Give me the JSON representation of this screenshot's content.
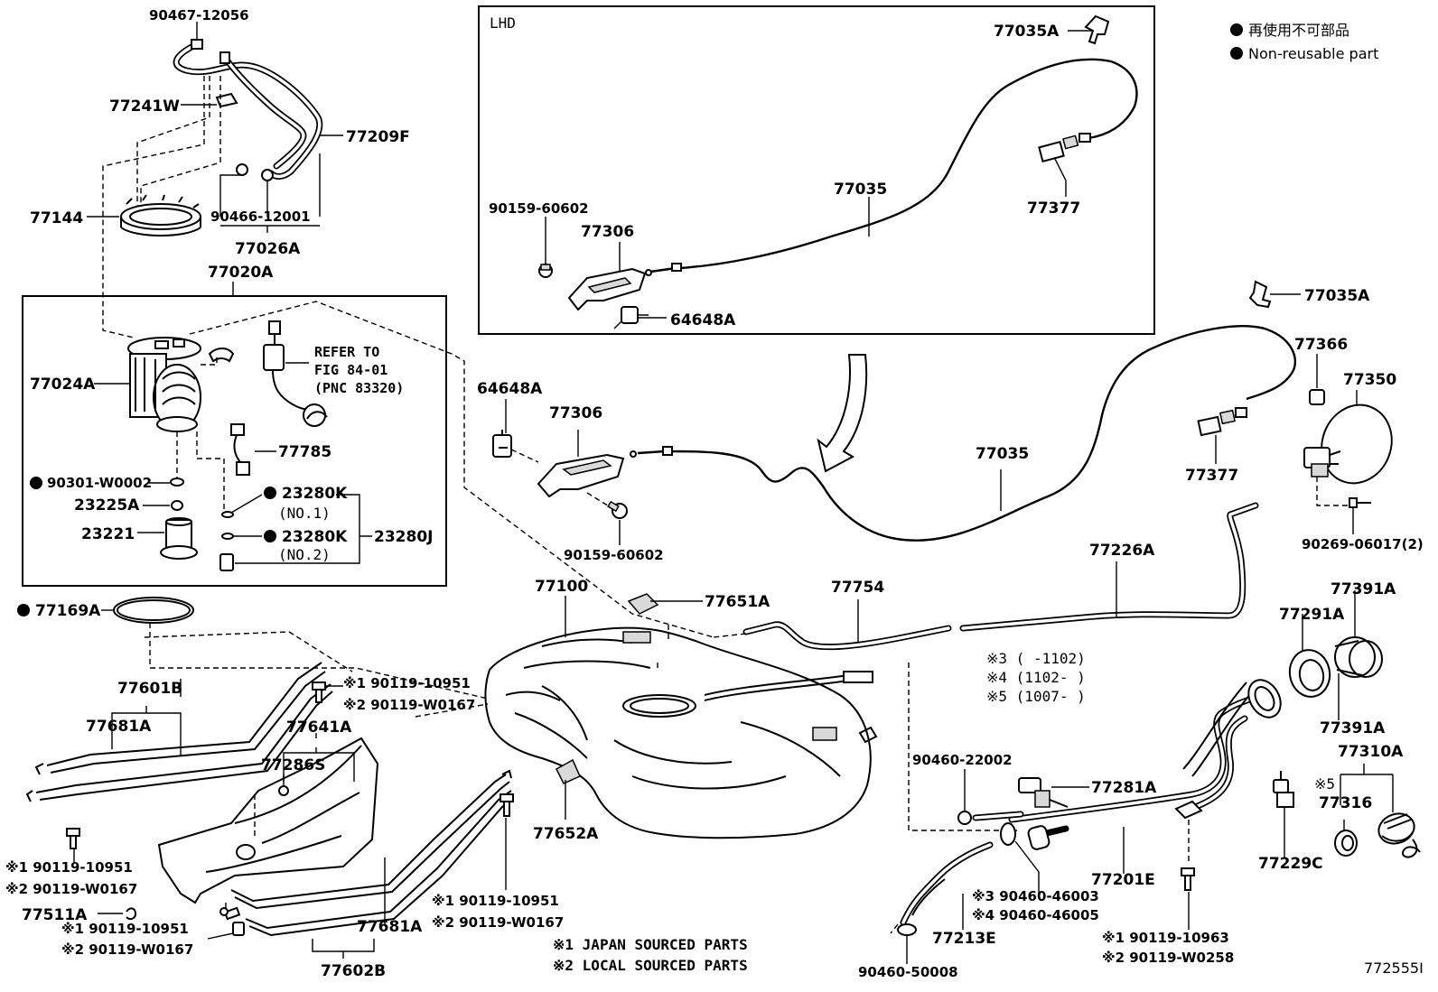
{
  "legend": {
    "non_reusable_ja": "再使用不可部品",
    "non_reusable_en": "Non-reusable part"
  },
  "inset": {
    "title": "LHD"
  },
  "notes": {
    "refer_to": "REFER TO",
    "fig": "FIG 84-01",
    "pnc": "(PNC 83320)",
    "date3": "※3 (    -1102)",
    "date4": "※4 (1102-    )",
    "date5": "※5 (1007-    )",
    "japan_sourced": "※1 JAPAN SOURCED PARTS",
    "local_sourced": "※2 LOCAL SOURCED PARTS",
    "illustration_no": "772555I"
  },
  "labels": {
    "p90467_12056": "90467-12056",
    "p77241W": "77241W",
    "p77209F": "77209F",
    "p77144": "77144",
    "p90466_12001": "90466-12001",
    "p77026A": "77026A",
    "p77020A": "77020A",
    "p77024A": "77024A",
    "p77785": "77785",
    "p90301_W0002": "90301-W0002",
    "p23225A": "23225A",
    "p23221": "23221",
    "p23280K_1": "23280K",
    "no1": "(NO.1)",
    "p23280K_2": "23280K",
    "no2": "(NO.2)",
    "p23280J": "23280J",
    "p77169A": "77169A",
    "p77601B": "77601B",
    "p77681A_l": "77681A",
    "p77641A": "77641A",
    "p77286S": "77286S",
    "s1_90119_10951_a": "※1 90119-10951",
    "s2_90119_W0167_a": "※2 90119-W0167",
    "s1_90119_10951_b": "※1 90119-10951",
    "s2_90119_W0167_b": "※2 90119-W0167",
    "p77511A": "77511A",
    "s1_90119_10951_c": "※1 90119-10951",
    "s2_90119_W0167_c": "※2 90119-W0167",
    "s1_90119_10951_d": "※1 90119-10951",
    "s2_90119_W0167_d": "※2 90119-W0167",
    "p77681A_r": "77681A",
    "p77602B": "77602B",
    "p77652A": "77652A",
    "p77100": "77100",
    "p77651A": "77651A",
    "p77754": "77754",
    "p77226A": "77226A",
    "i77035A": "77035A",
    "i77035": "77035",
    "i90159_60602": "90159-60602",
    "i77306": "77306",
    "i77377": "77377",
    "i64648A": "64648A",
    "p64648A": "64648A",
    "p77306": "77306",
    "p90159_60602": "90159-60602",
    "p77035": "77035",
    "p77035A": "77035A",
    "p77366": "77366",
    "p77350": "77350",
    "p77377": "77377",
    "p90269_06017": "90269-06017(2)",
    "p77291A": "77291A",
    "p77391A_t": "77391A",
    "p77391A_b": "77391A",
    "p77310A": "77310A",
    "s5": "※5",
    "p77316": "77316",
    "p77229C": "77229C",
    "p90460_22002": "90460-22002",
    "p77281A": "77281A",
    "s3_90460_46003": "※3 90460-46003",
    "s4_90460_46005": "※4 90460-46005",
    "p77201E": "77201E",
    "p77213E": "77213E",
    "p90460_50008": "90460-50008",
    "s1_90119_10963": "※1 90119-10963",
    "s2_90119_W0258": "※2 90119-W0258"
  }
}
